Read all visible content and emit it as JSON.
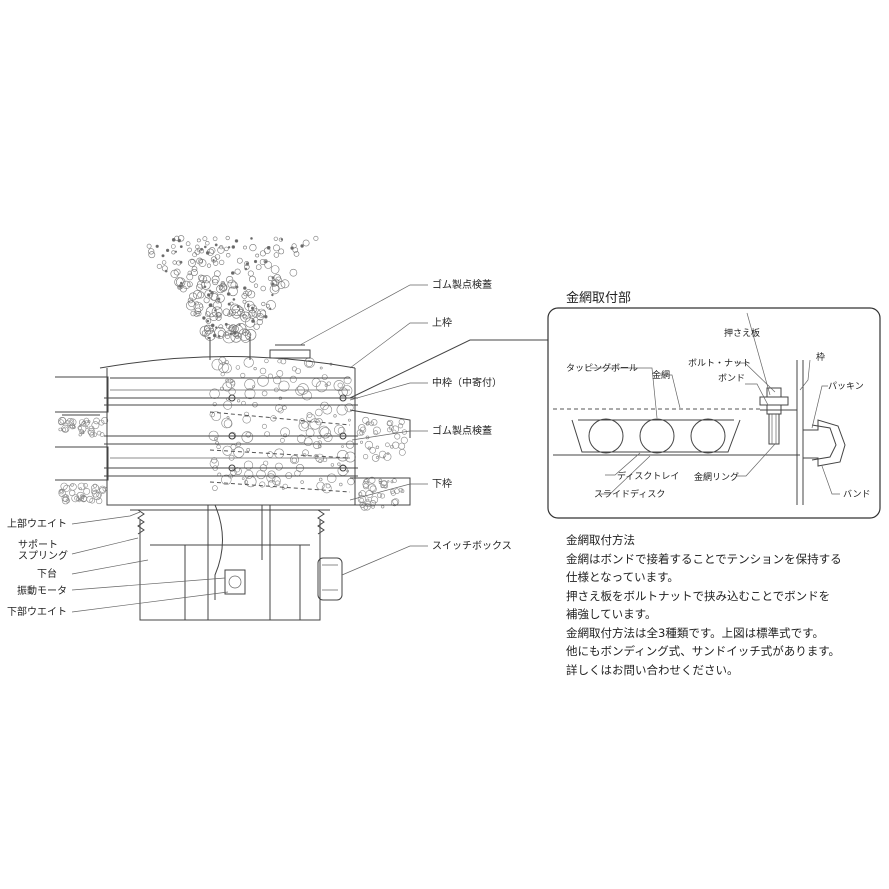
{
  "machine_labels": {
    "rubber_cover_top": "ゴム製点検蓋",
    "upper_frame": "上枠",
    "middle_frame": "中枠（中寄付）",
    "rubber_cover_mid": "ゴム製点検蓋",
    "lower_frame": "下枠",
    "switch_box": "スイッチボックス",
    "upper_weight": "上部ウエイト",
    "support_spring_1": "サポート",
    "support_spring_2": "スプリング",
    "lower_base": "下台",
    "vibration_motor": "振動モータ",
    "lower_weight": "下部ウエイト"
  },
  "detail": {
    "title": "金網取付部",
    "labels": {
      "press_plate": "押さえ板",
      "bolt_nut": "ボルト・ナット",
      "frame": "枠",
      "tapping_ball": "タッピングボール",
      "wire_mesh": "金網",
      "bond": "ボンド",
      "packing": "パッキン",
      "disc_tray": "ディスクトレイ",
      "mesh_ring": "金網リング",
      "slide_disc": "スライドディスク",
      "band": "バンド"
    }
  },
  "method": {
    "title": "金網取付方法",
    "lines": [
      "金網はボンドで接着することでテンションを保持する",
      "仕様となっています。",
      "押さえ板をボルトナットで挟み込むことでボンドを",
      "補強しています。",
      "金網取付方法は全3種類です。上図は標準式です。",
      "他にもボンディング式、サンドイッチ式があります。",
      "詳しくはお問い合わせください。"
    ]
  }
}
